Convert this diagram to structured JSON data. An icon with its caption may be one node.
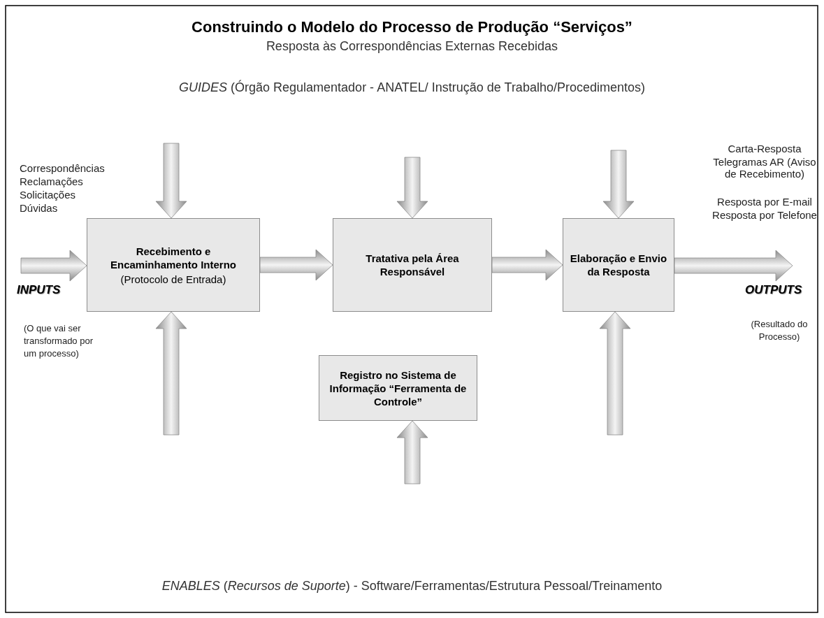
{
  "diagram": {
    "title": "Construindo o Modelo do Processo de Produção “Serviços”",
    "nodes": [
      {
        "text": [
          "Recebimento e Encaminhamento Interno",
          "(Protocolo de Entrada)"
        ]
      },
      {
        "text": [
          "Tratativa pela Área Responsável"
        ]
      },
      {
        "text": [
          "Elaboração e Envio da Resposta"
        ]
      },
      {
        "text": [
          "Registro no Sistema de Informação “Ferramenta de Controle”"
        ]
      }
    ],
    "edges": [
      {
        "from": null,
        "to": 0,
        "arrow": "to"
      },
      {
        "from": 0,
        "to": 1,
        "arrow": "to"
      },
      {
        "from": 1,
        "to": 2,
        "arrow": "to"
      },
      {
        "from": 2,
        "to": null,
        "arrow": "to"
      },
      {
        "from": null,
        "to": 0,
        "arrow": "to"
      },
      {
        "from": null,
        "to": 1,
        "arrow": "to"
      },
      {
        "from": null,
        "to": 2,
        "arrow": "to"
      },
      {
        "from": null,
        "to": 0,
        "arrow": "to"
      },
      {
        "from": null,
        "to": 2,
        "arrow": "to"
      },
      {
        "from": null,
        "to": 3,
        "arrow": "to"
      }
    ],
    "labels": [
      "Resposta às Correspondências Externas Recebidas",
      "*GUIDES* (Órgão Regulamentador - ANATEL/ Instrução de Trabalho/Procedimentos)",
      "Carta-Resposta",
      "Telegramas AR (Aviso de Recebimento)",
      "Resposta por E-mail",
      "Resposta por Telefone",
      "Correspondências",
      "Reclamações",
      "Solicitações",
      "Dúvidas",
      "INPUTS",
      "OUTPUTS",
      "(O que vai ser transformado por um processo)",
      "(Resultado do Processo)",
      "*ENABLES* (*Recursos de Suporte*) - Software/Ferramentas/Estrutura Pessoal/Treinamento"
    ]
  }
}
